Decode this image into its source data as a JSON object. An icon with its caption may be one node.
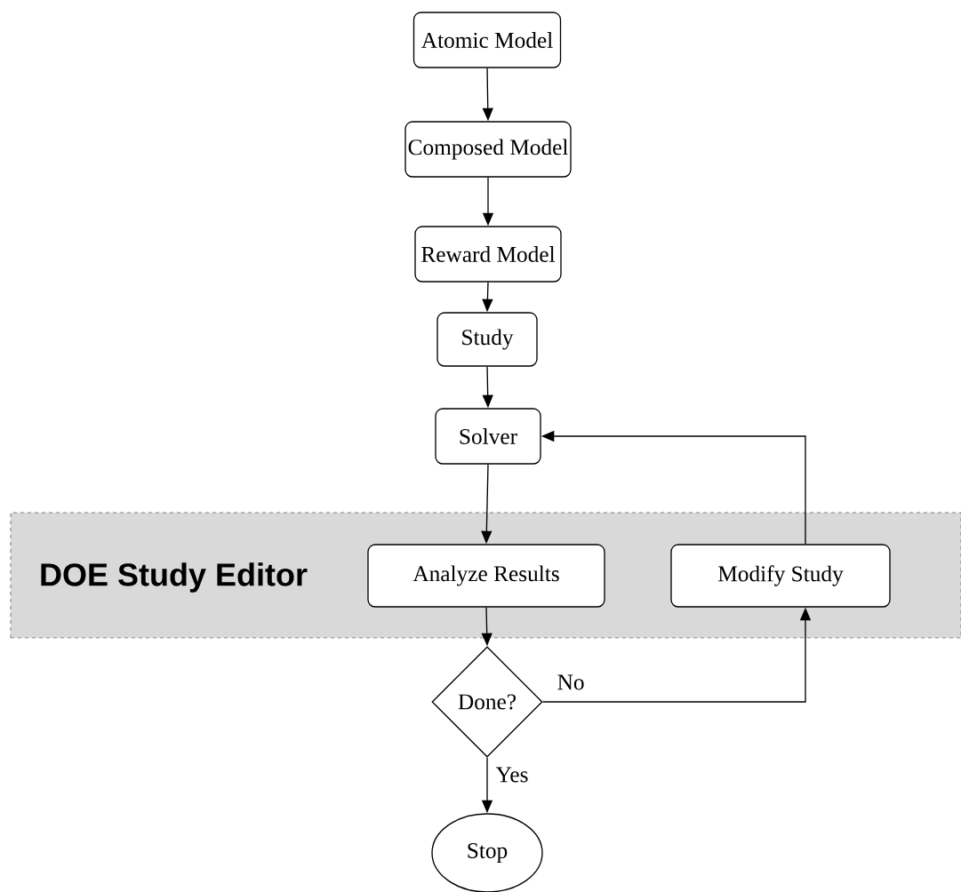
{
  "diagram": {
    "nodes": [
      {
        "text": [
          "Atomic Model"
        ]
      },
      {
        "text": [
          "Composed Model"
        ]
      },
      {
        "text": [
          "Reward Model"
        ]
      },
      {
        "text": [
          "Study"
        ]
      },
      {
        "text": [
          "Solver"
        ]
      },
      {
        "text": [
          "DOE Study Editor"
        ]
      },
      {
        "text": [
          "Analyze Results"
        ],
        "in": 5
      },
      {
        "text": [
          "Modify Study"
        ],
        "in": 5
      },
      {
        "text": [
          "Done?"
        ]
      },
      {
        "text": [
          "Stop"
        ]
      }
    ],
    "edges": [
      {
        "from": 0,
        "to": 1,
        "arrow": "to"
      },
      {
        "from": 1,
        "to": 2,
        "arrow": "to"
      },
      {
        "from": 2,
        "to": 3,
        "arrow": "to"
      },
      {
        "from": 3,
        "to": 4,
        "arrow": "to"
      },
      {
        "from": 4,
        "to": 6,
        "arrow": "to"
      },
      {
        "from": 6,
        "to": 8,
        "arrow": "to"
      },
      {
        "from": 8,
        "to": 7,
        "arrow": "to",
        "label": "No"
      },
      {
        "from": 7,
        "to": 4,
        "arrow": "to"
      },
      {
        "from": 8,
        "to": 9,
        "arrow": "to",
        "label": "Yes"
      }
    ]
  }
}
